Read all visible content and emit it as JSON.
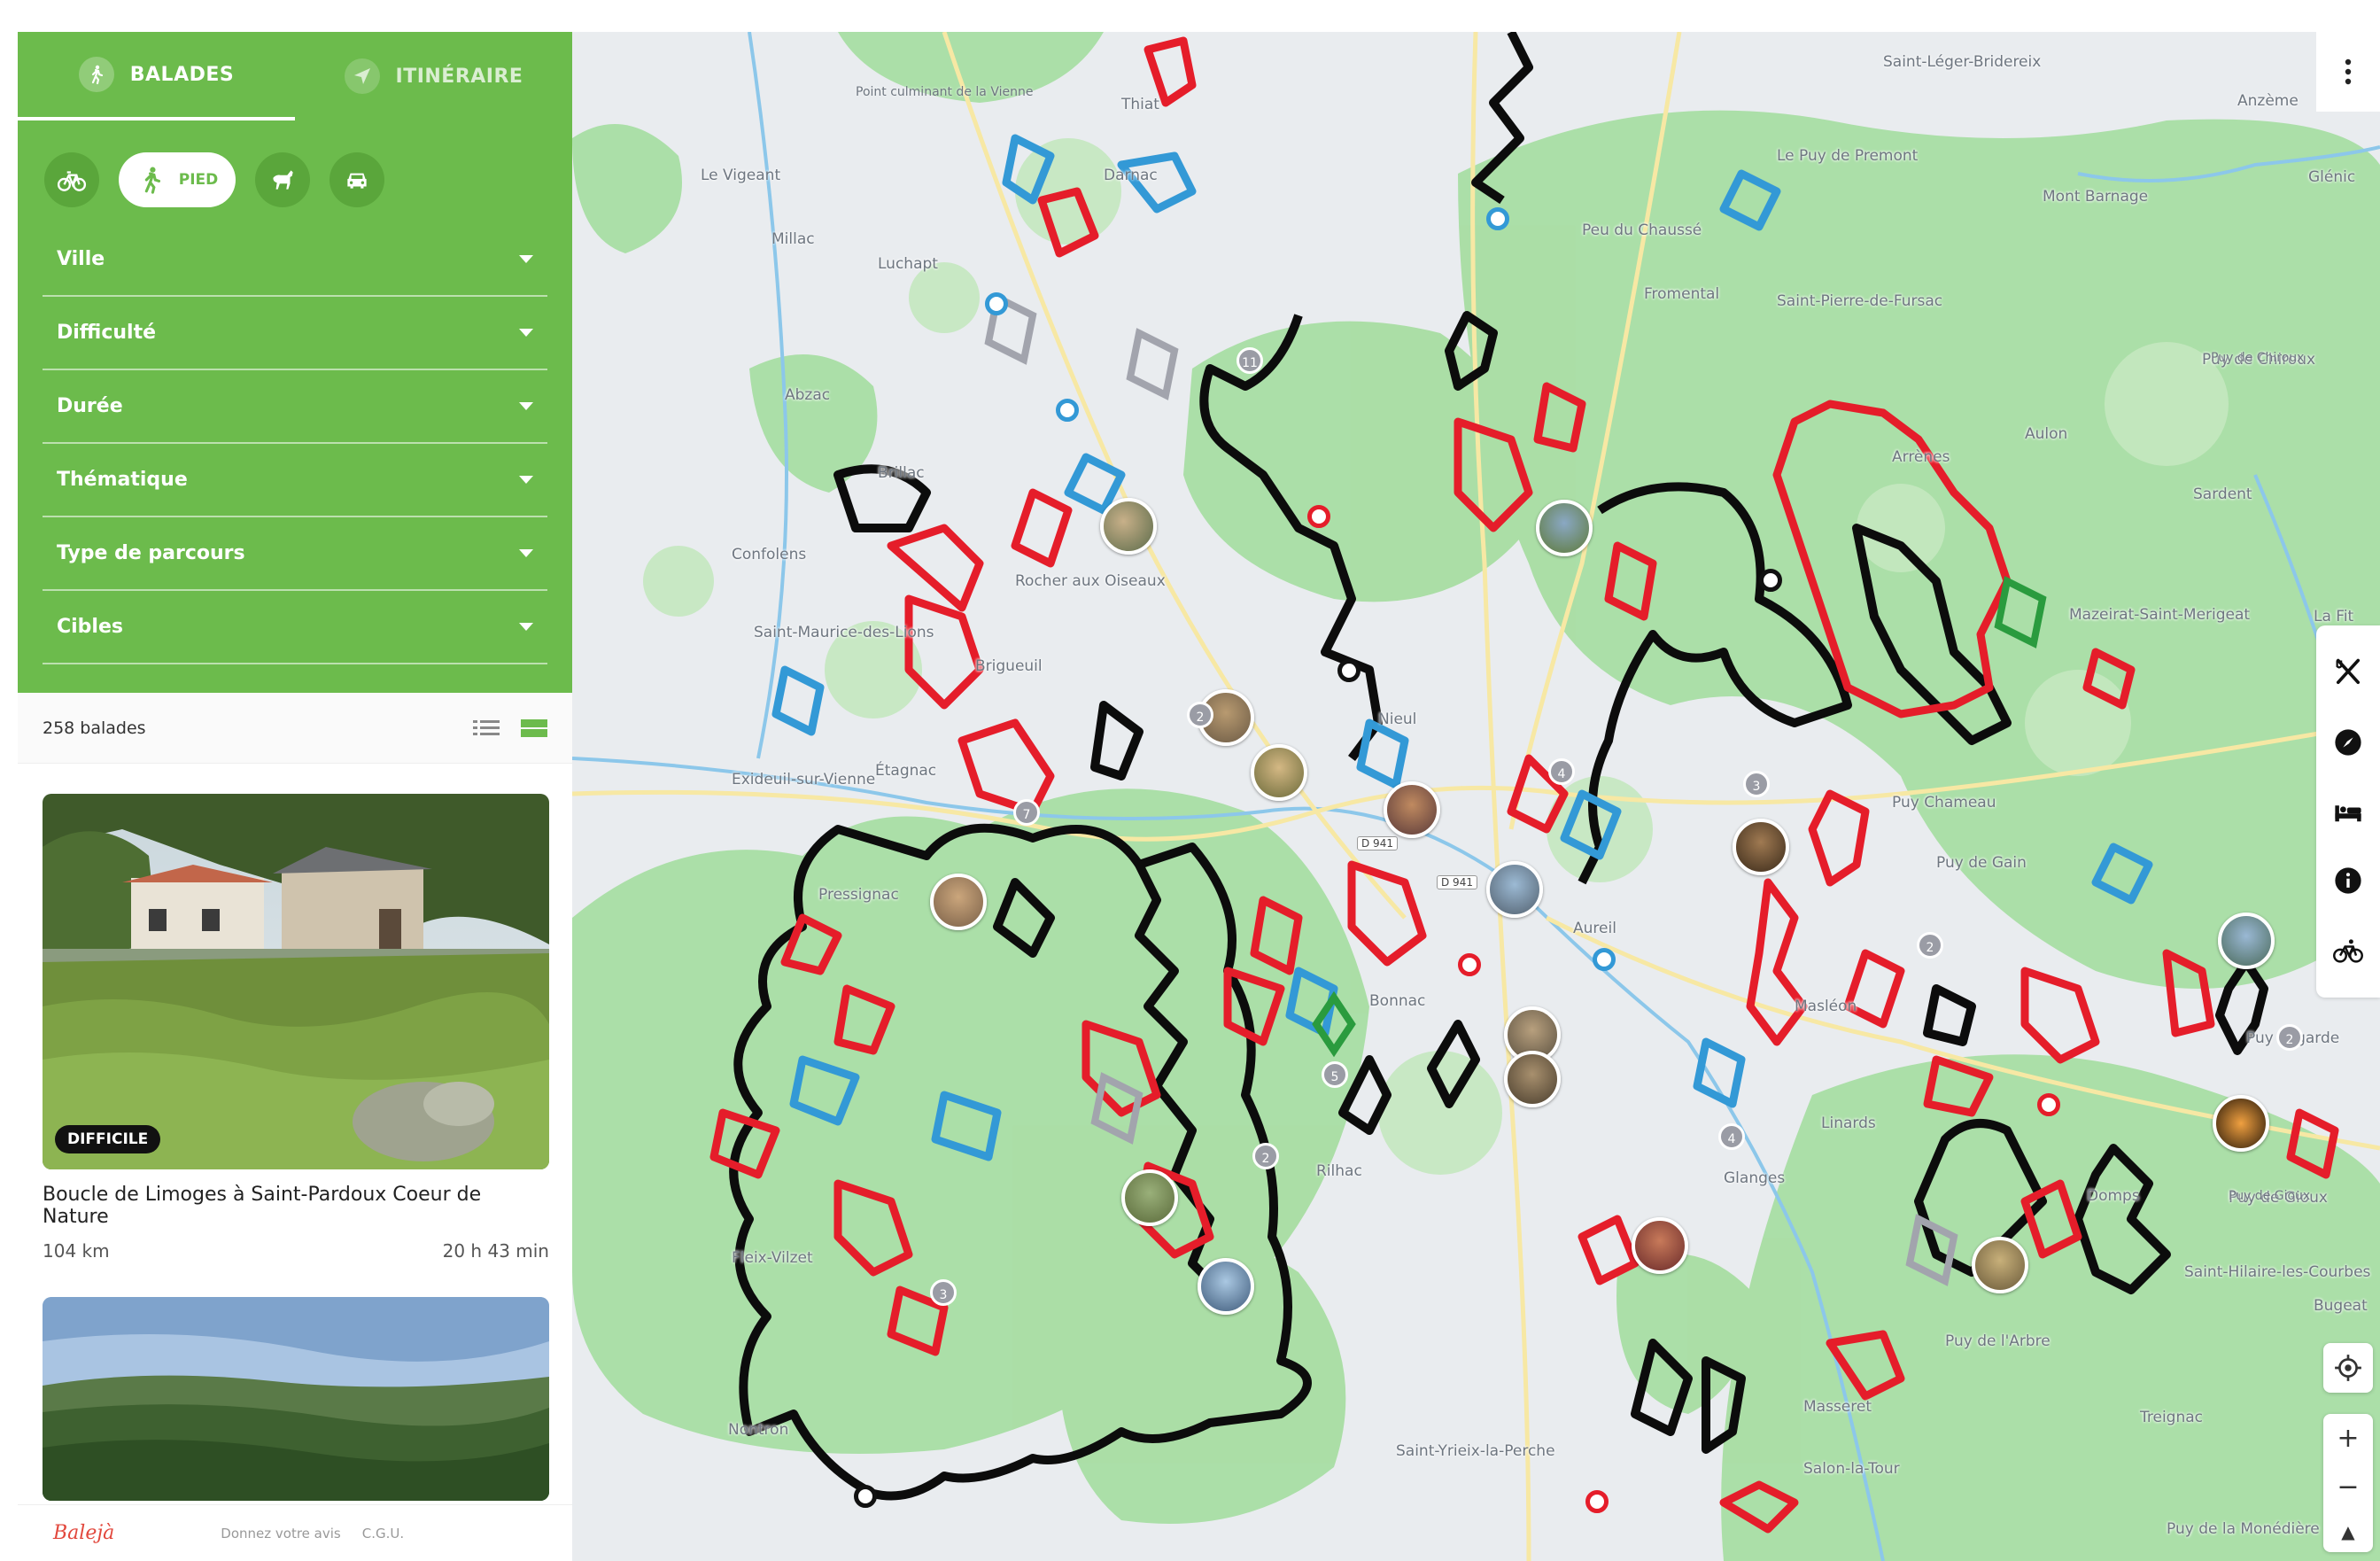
{
  "sidebar": {
    "tabs": [
      {
        "label": "BALADES",
        "icon": "hiker-icon",
        "active": true
      },
      {
        "label": "ITINÉRAIRE",
        "icon": "navigation-arrow-icon",
        "active": false
      }
    ],
    "transport": [
      {
        "name": "bike",
        "icon": "bicycle-icon",
        "label": "",
        "active": false
      },
      {
        "name": "foot",
        "icon": "hiker-icon",
        "label": "PIED",
        "active": true
      },
      {
        "name": "horse",
        "icon": "horse-icon",
        "label": "",
        "active": false
      },
      {
        "name": "car",
        "icon": "car-icon",
        "label": "",
        "active": false
      }
    ],
    "filters": [
      "Ville",
      "Difficulté",
      "Durée",
      "Thématique",
      "Type de parcours",
      "Cibles"
    ],
    "count_label": "258 balades",
    "cards": [
      {
        "badge": "DIFFICILE",
        "title": "Boucle de Limoges à Saint-Pardoux Coeur de Nature",
        "distance": "104 km",
        "duration": "20 h 43 min"
      },
      {
        "badge": "",
        "title": "",
        "distance": "",
        "duration": ""
      }
    ],
    "footer": {
      "logo": "Balejà",
      "links": [
        "Donnez votre avis",
        "C.G.U."
      ]
    }
  },
  "map": {
    "places": [
      "Saint-Léger-Bridereix",
      "Thiat",
      "Le Vigeant",
      "Darnac",
      "Le Puy de Premont",
      "Mont Barnage",
      "Anzème",
      "Glénic",
      "Millac",
      "Peu du Chaussé",
      "Luchapt",
      "Fromental",
      "Saint-Pierre-de-Fursac",
      "Abzac",
      "Aulon",
      "Arrènes",
      "Brillac",
      "Sardent",
      "Confolens",
      "Rocher aux Oiseaux",
      "Saint-Maurice-des-Lions",
      "Brigueuil",
      "Nieul",
      "Mazeirat-Saint-Merigeat",
      "Exideuil-sur-Vienne",
      "Étagnac",
      "Puy Chameau",
      "Pressignac",
      "Aureil",
      "Puy de Gain",
      "Bonnac",
      "Linards",
      "Masléon",
      "Rilhac",
      "Glanges",
      "Domps",
      "Puy Lagarde",
      "Fleix-Vilzet",
      "Saint-Hilaire-les-Courbes",
      "Puy de l'Arbre",
      "Nontron",
      "Masseret",
      "Saint-Yrieix-la-Perche",
      "Salon-la-Tour",
      "Treignac",
      "Bugeat",
      "Puy de la Monédière",
      "Puy de Gioux",
      "Puy de Chiroux",
      "La Fit"
    ],
    "peaks": [
      "Point culminant de la Vienne",
      "Puy de Chiroux",
      "Puy de Gioux"
    ],
    "roads": [
      "D 941",
      "D 941"
    ],
    "clusters": [
      "11",
      "2",
      "7",
      "4",
      "3",
      "2",
      "5",
      "2",
      "4",
      "3",
      "2"
    ],
    "poi_buttons": [
      "restaurant-icon",
      "compass-icon",
      "bed-icon",
      "info-icon",
      "bicycle-icon"
    ],
    "zoom": {
      "in": "+",
      "out": "−",
      "north": "▲"
    }
  }
}
